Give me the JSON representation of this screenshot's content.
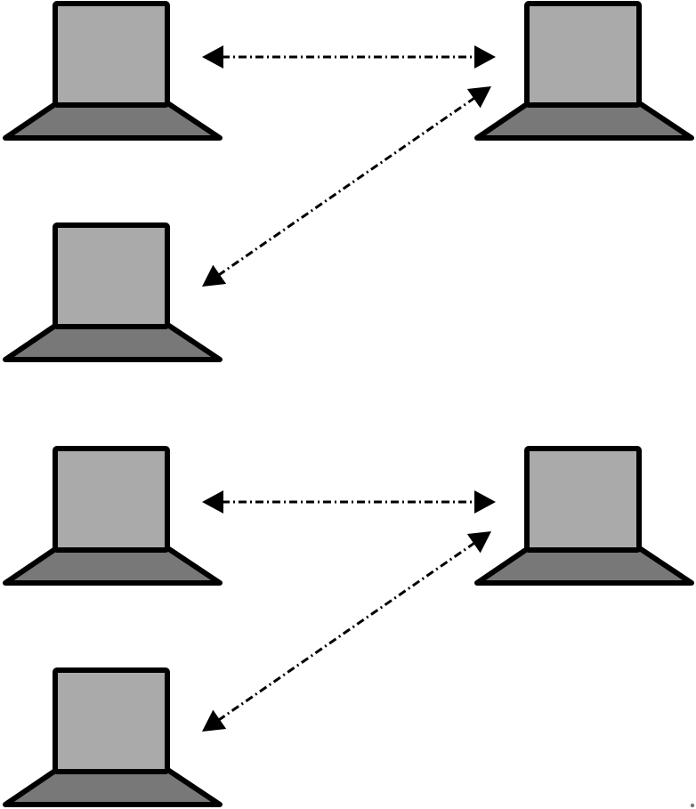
{
  "diagram": {
    "type": "network",
    "colors": {
      "background": "#ffffff",
      "screen": "#aaaaaa",
      "base": "#787878",
      "stroke": "#000000",
      "connector": "#000000"
    },
    "groups": [
      {
        "nodes": [
          {
            "id": "left-top",
            "icon": "laptop-icon"
          },
          {
            "id": "right-top",
            "icon": "laptop-icon"
          },
          {
            "id": "left-bottom",
            "icon": "laptop-icon"
          }
        ],
        "links": [
          {
            "from": "left-top",
            "to": "right-top",
            "style": "dash-dot",
            "direction": "both"
          },
          {
            "from": "left-bottom",
            "to": "right-top",
            "style": "dash-dot",
            "direction": "both"
          }
        ]
      },
      {
        "nodes": [
          {
            "id": "left-top",
            "icon": "laptop-icon"
          },
          {
            "id": "right-top",
            "icon": "laptop-icon"
          },
          {
            "id": "left-bottom",
            "icon": "laptop-icon"
          }
        ],
        "links": [
          {
            "from": "left-top",
            "to": "right-top",
            "style": "dash-dot",
            "direction": "both"
          },
          {
            "from": "left-bottom",
            "to": "right-top",
            "style": "dash-dot",
            "direction": "both"
          }
        ]
      }
    ]
  }
}
